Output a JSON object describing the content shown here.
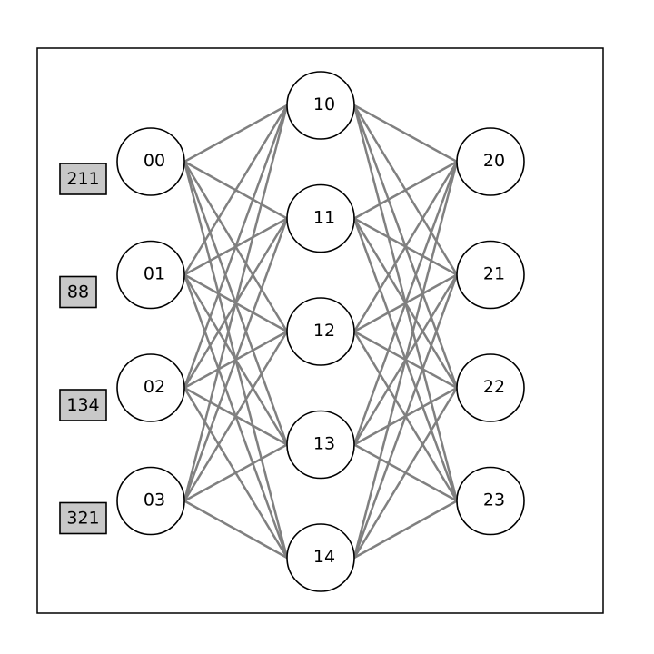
{
  "diagram": {
    "type": "neural-network",
    "colors": {
      "edge": "#808080",
      "node_fill": "#ffffff",
      "node_stroke": "#000000",
      "input_box_fill": "#c8c8c8"
    },
    "layers": [
      [
        "00",
        "01",
        "02",
        "03"
      ],
      [
        "10",
        "11",
        "12",
        "13",
        "14"
      ],
      [
        "20",
        "21",
        "22",
        "23"
      ]
    ],
    "inputs": [
      "211",
      "88",
      "134",
      "321"
    ],
    "connectivity": "fully-connected between adjacent layers"
  }
}
